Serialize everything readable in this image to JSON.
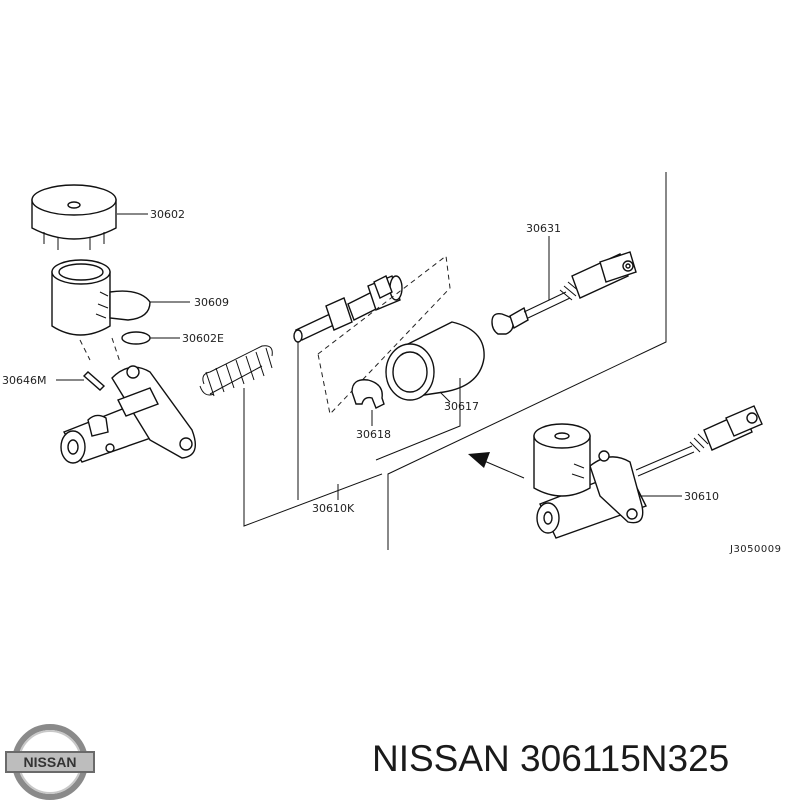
{
  "diagram": {
    "labels": {
      "p30602": "30602",
      "p30609": "30609",
      "p30602E": "30602E",
      "p30646M": "30646M",
      "p30631": "30631",
      "p30617": "30617",
      "p30618": "30618",
      "p30610K": "30610K",
      "p30610": "30610"
    },
    "reference_code": "J3050009"
  },
  "caption": {
    "brand": "NISSAN",
    "part_number": "306115N325"
  },
  "logo": {
    "text": "NISSAN",
    "icon": "nissan-logo-icon"
  },
  "colors": {
    "line": "#111111",
    "text": "#1a1a1a",
    "background": "#ffffff"
  }
}
